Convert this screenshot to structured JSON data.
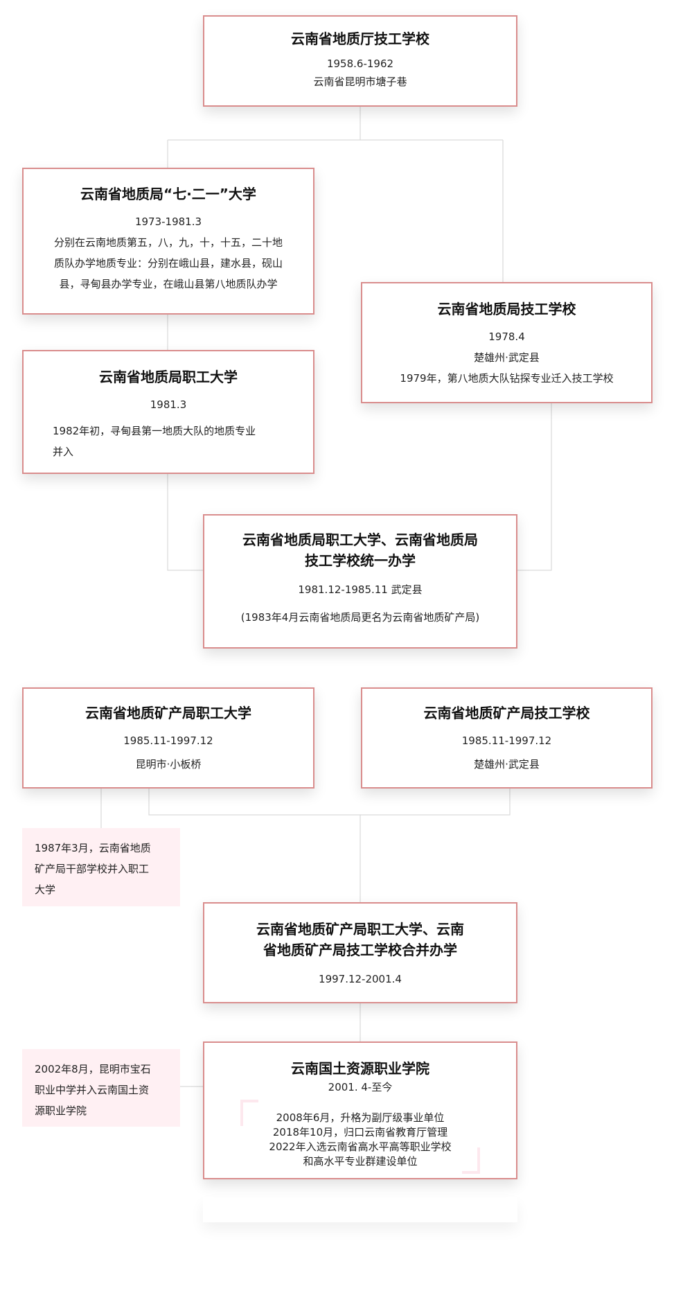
{
  "nodes": [
    {
      "title": "云南省地质厅技工学校",
      "lines": [
        "1958.6-1962",
        "云南省昆明市塘子巷"
      ]
    },
    {
      "title": "云南省地质局“七·二一”大学",
      "lines": [
        "1973-1981.3",
        "分别在云南地质第五，八，九，十，十五，二十地",
        "质队办学地质专业：分别在峨山县，建水县，砚山",
        "县，寻甸县办学专业，在峨山县第八地质队办学"
      ]
    },
    {
      "title": "云南省地质局技工学校",
      "lines": [
        "1978.4",
        "楚雄州·武定县",
        "1979年，第八地质大队钻探专业迁入技工学校"
      ]
    },
    {
      "title": "云南省地质局职工大学",
      "lines": [
        "1981.3",
        "1982年初，寻甸县第一地质大队的地质专业",
        "并入"
      ]
    },
    {
      "title": [
        "云南省地质局职工大学、云南省地质局",
        "技工学校统一办学"
      ],
      "lines": [
        "1981.12-1985.11 武定县",
        "(1983年4月云南省地质局更名为云南省地质矿产局)"
      ]
    },
    {
      "title": "云南省地质矿产局职工大学",
      "lines": [
        "1985.11-1997.12",
        "昆明市·小板桥"
      ]
    },
    {
      "title": "云南省地质矿产局技工学校",
      "lines": [
        "1985.11-1997.12",
        "楚雄州·武定县"
      ]
    },
    {
      "title": [
        "云南省地质矿产局职工大学、云南",
        "省地质矿产局技工学校合并办学"
      ],
      "lines": [
        "1997.12-2001.4"
      ]
    },
    {
      "title": "云南国土资源职业学院",
      "lines": [
        "2001. 4-至今",
        "2008年6月，升格为副厅级事业单位",
        "2018年10月，归口云南省教育厅管理",
        "2022年入选云南省高水平高等职业学校",
        "和高水平专业群建设单位"
      ]
    }
  ],
  "notes": [
    {
      "lines": [
        "1987年3月，云南省地质",
        "矿产局干部学校并入职工",
        "大学"
      ]
    },
    {
      "lines": [
        "2002年8月，昆明市宝石",
        "职业中学并入云南国土资",
        "源职业学院"
      ]
    }
  ],
  "colors": {
    "border": "#d98c8c",
    "connector": "#d9d9d9",
    "note_bg": "#fff0f3"
  }
}
